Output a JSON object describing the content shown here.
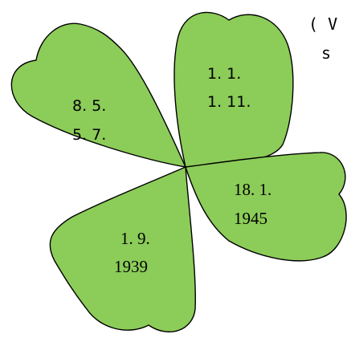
{
  "leaves": {
    "top_left": {
      "line1": "8. 5.",
      "line2": "5. 7."
    },
    "top_right": {
      "line1": "1. 1.",
      "line2": "1. 11."
    },
    "bottom_right": {
      "line1": "18. 1.",
      "line2": "1945"
    },
    "bottom_left": {
      "line1": "1. 9.",
      "line2": "1939"
    }
  },
  "side_text": {
    "line1": "( V",
    "line2": "s"
  },
  "colors": {
    "leaf_fill": "#8ccc59",
    "outline": "#000000"
  }
}
